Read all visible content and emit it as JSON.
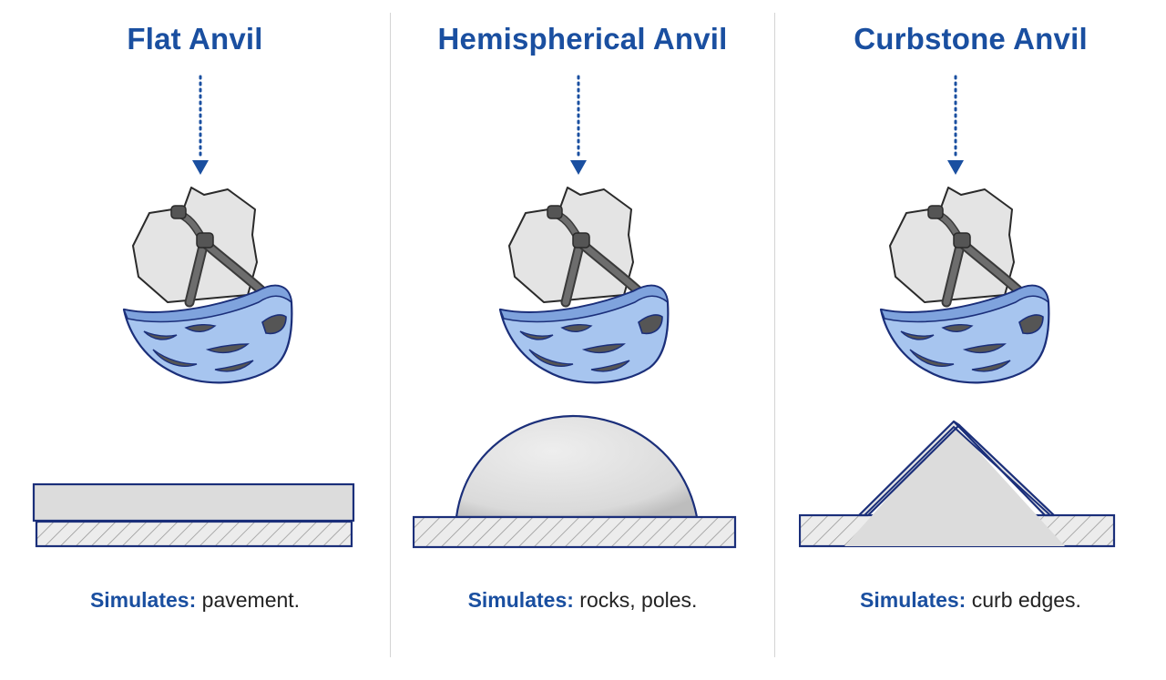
{
  "colors": {
    "title_blue": "#1a4fa0",
    "helmet_blue": "#a7c5ef",
    "helmet_outline": "#1b2f7a",
    "anvil_fill": "#dcdcdc",
    "anvil_outline": "#1b2f7a",
    "strap_gray": "#6d6d6d"
  },
  "panels": [
    {
      "title": "Flat Anvil",
      "caption_label": "Simulates:",
      "caption_text": "pavement.",
      "anvil_shape": "flat",
      "helmet_icon": "bike-helmet-icon",
      "arrow_icon": "dotted-down-arrow-icon"
    },
    {
      "title": "Hemispherical Anvil",
      "caption_label": "Simulates:",
      "caption_text": "rocks, poles.",
      "anvil_shape": "hemisphere",
      "helmet_icon": "bike-helmet-icon",
      "arrow_icon": "dotted-down-arrow-icon"
    },
    {
      "title": "Curbstone Anvil",
      "caption_label": "Simulates:",
      "caption_text": "curb edges.",
      "anvil_shape": "curbstone",
      "helmet_icon": "bike-helmet-icon",
      "arrow_icon": "dotted-down-arrow-icon"
    }
  ]
}
